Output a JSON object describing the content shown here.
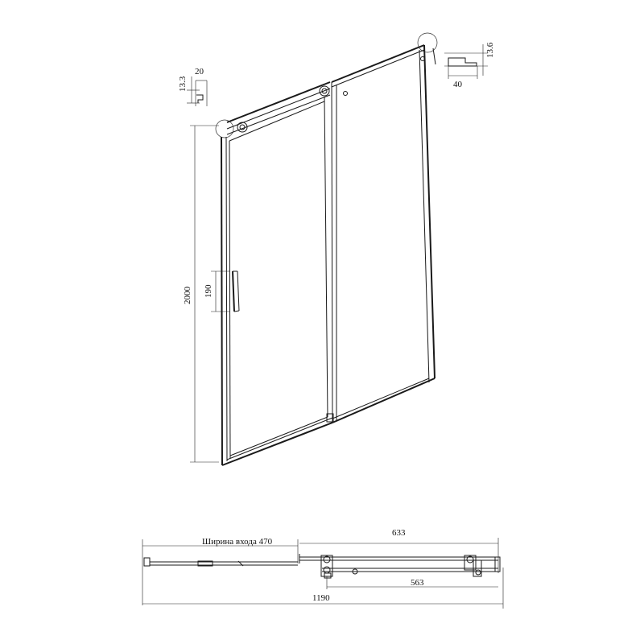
{
  "dimensions": {
    "height": "2000",
    "handle": "190",
    "profile_top_w": "20",
    "profile_top_h": "13.3",
    "profile_right_w": "40",
    "profile_right_h": "13.6",
    "entrance_width": "Ширина входа 470",
    "fixed_panel": "633",
    "sliding_panel": "563",
    "total_width": "1190"
  }
}
